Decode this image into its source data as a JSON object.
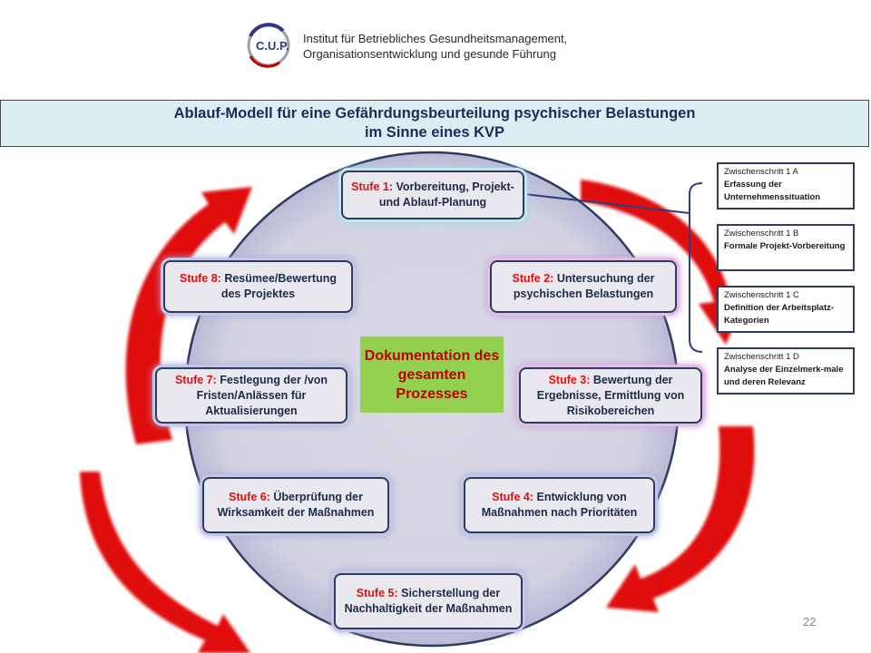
{
  "header": {
    "logo_text": "C.U.P.",
    "institute_line1": "Institut für Betriebliches Gesundheitsmanagement,",
    "institute_line2": "Organisationsentwicklung und gesunde Führung"
  },
  "title": {
    "line1": "Ablauf-Modell für eine Gefährdungsbeurteilung psychischer Belastungen",
    "line2": "im Sinne eines KVP"
  },
  "center": "Dokumentation des gesamten Prozesses",
  "stages": [
    {
      "label": "Stufe 1:",
      "text": "Vorbereitung, Projekt- und Ablauf-Planung"
    },
    {
      "label": "Stufe 2:",
      "text": "Untersuchung der psychischen Belastungen"
    },
    {
      "label": "Stufe 3:",
      "text": "Bewertung der Ergebnisse, Ermittlung von Risikobereichen"
    },
    {
      "label": "Stufe 4:",
      "text": "Entwicklung von Maßnahmen nach Prioritäten"
    },
    {
      "label": "Stufe 5:",
      "text": "Sicherstellung der Nachhaltigkeit der Maßnahmen"
    },
    {
      "label": "Stufe 6:",
      "text": "Überprüfung der Wirksamkeit der Maßnahmen"
    },
    {
      "label": "Stufe 7:",
      "text": "Festlegung der /von Fristen/Anlässen für Aktualisierungen"
    },
    {
      "label": "Stufe 8:",
      "text": "Resümee/Bewertung des Projektes"
    }
  ],
  "substeps": [
    {
      "title": "Zwischenschritt 1 A",
      "desc": "Erfassung der Unternehmenssituation"
    },
    {
      "title": "Zwischenschritt 1 B",
      "desc": "Formale Projekt-Vorbereitung"
    },
    {
      "title": "Zwischenschritt 1 C",
      "desc": "Definition der Arbeitsplatz-Kategorien"
    },
    {
      "title": "Zwischenschritt 1 D",
      "desc": "Analyse der Einzelmerk-male und deren Relevanz"
    }
  ],
  "page_number": "22",
  "colors": {
    "circle_fill": "#d6d6e4",
    "circle_border": "#2f3a5f",
    "arrow_red": "#e01010",
    "center_green": "#92d050",
    "title_bg": "#dbeef3"
  }
}
